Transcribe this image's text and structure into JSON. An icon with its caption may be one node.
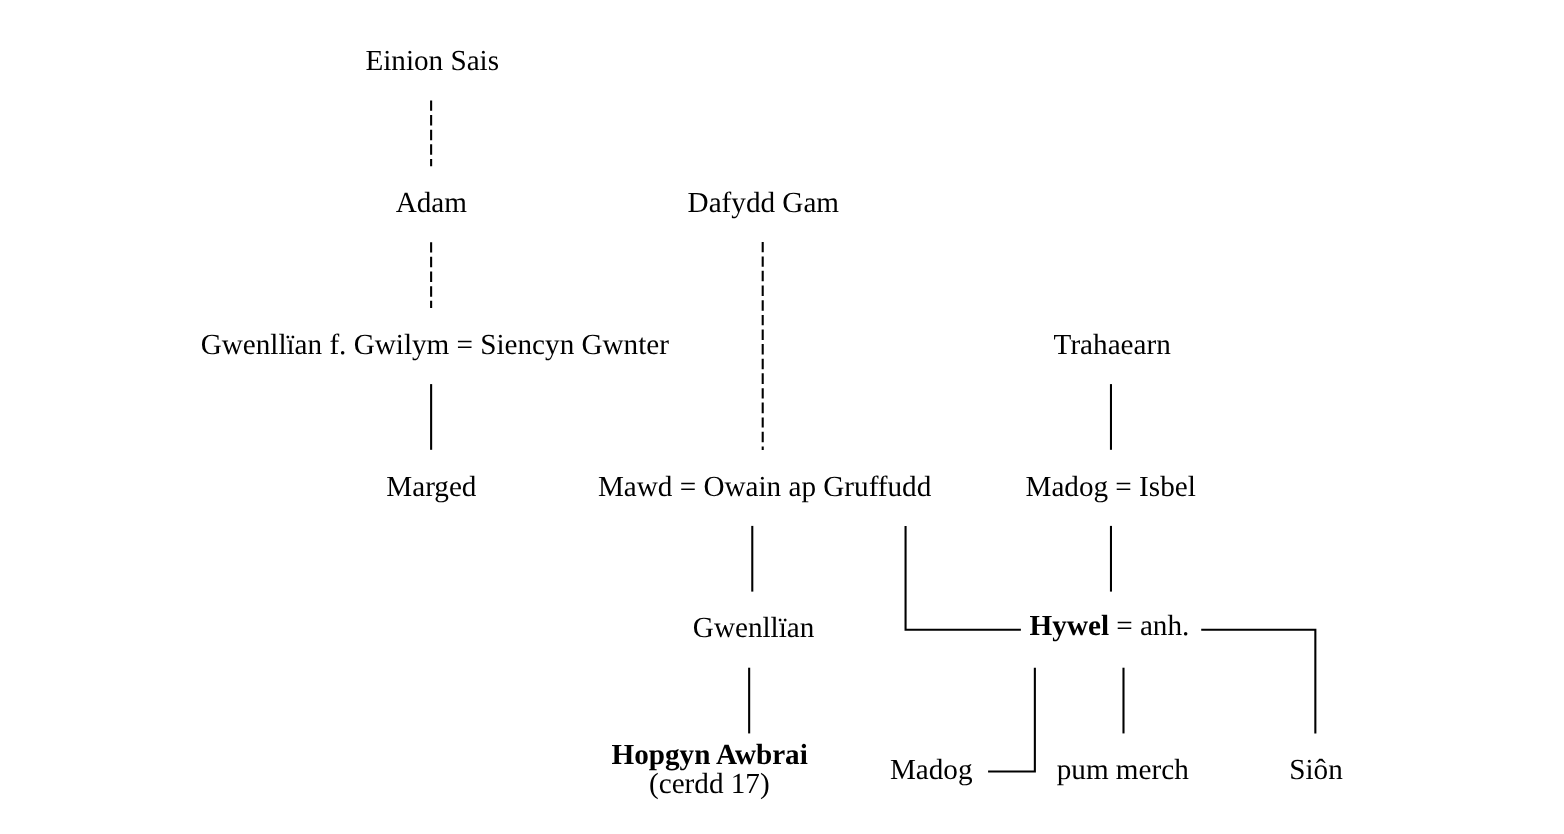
{
  "diagram": {
    "nodes": [
      {
        "text": [
          "Einion Sais"
        ]
      },
      {
        "text": [
          "Adam"
        ]
      },
      {
        "text": [
          "Dafydd Gam"
        ]
      },
      {
        "text": [
          "Trahaearn"
        ]
      },
      {
        "text": [
          "Gwenllïan f. Gwilym = Siencyn Gwnter"
        ]
      },
      {
        "text": [
          "Madog = Isbel"
        ]
      },
      {
        "text": [
          "Marged"
        ]
      },
      {
        "text": [
          "Mawd = Owain ap Gruffudd"
        ]
      },
      {
        "text": [
          "**Hywel** = anh."
        ]
      },
      {
        "text": [
          "Gwenllïan"
        ]
      },
      {
        "text": [
          "Siôn"
        ]
      },
      {
        "text": [
          "Madog"
        ]
      },
      {
        "text": [
          "pum merch"
        ]
      },
      {
        "text": [
          "Hopgyn Awbrai"
        ],
        "beside": [
          "(cerdd 17)"
        ]
      }
    ],
    "edges": [
      {
        "from": 0,
        "to": 1,
        "arrow": "none",
        "style": "dashed"
      },
      {
        "from": 1,
        "to": 4,
        "arrow": "none",
        "style": "dashed"
      },
      {
        "from": 2,
        "to": 7,
        "arrow": "none",
        "style": "dashed"
      },
      {
        "from": 3,
        "to": 5,
        "arrow": "none"
      },
      {
        "from": 4,
        "to": 6,
        "arrow": "none"
      },
      {
        "from": 5,
        "to": 8,
        "arrow": "none"
      },
      {
        "from": 7,
        "to": 8,
        "arrow": "none"
      },
      {
        "from": 7,
        "to": 9,
        "arrow": "none"
      },
      {
        "from": 8,
        "to": 10,
        "arrow": "none"
      },
      {
        "from": 8,
        "to": 11,
        "arrow": "none"
      },
      {
        "from": 8,
        "to": 12,
        "arrow": "none"
      },
      {
        "from": 9,
        "to": 13,
        "arrow": "none"
      }
    ]
  }
}
